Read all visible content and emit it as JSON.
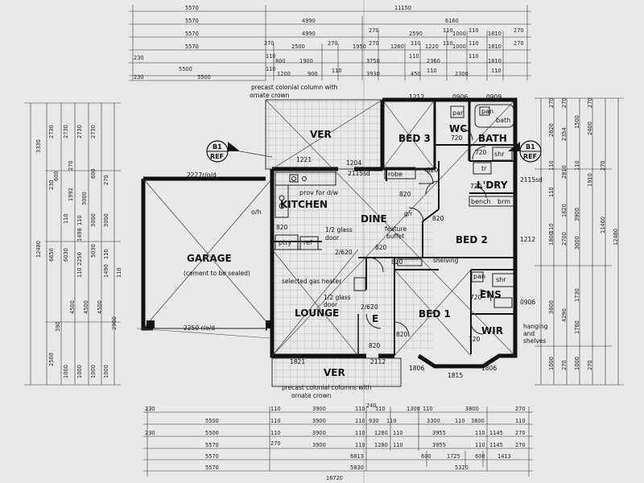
{
  "top_dims": {
    "row1": [
      "5570",
      "11150"
    ],
    "row2": [
      "5570",
      "4990",
      "6160"
    ],
    "row3": [
      "5570",
      "4990",
      "270",
      "2590",
      "110",
      "1000",
      "110",
      "1810",
      "270"
    ],
    "row4": [
      "5570",
      "270",
      "2500",
      "270",
      "1950",
      "270",
      "1260",
      "110",
      "1220",
      "110",
      "1000",
      "110",
      "1810",
      "270"
    ],
    "row5": [
      "230",
      "110",
      "800",
      "1900",
      "3750",
      "110",
      "2360",
      "110",
      "1810"
    ],
    "row6": [
      "5500",
      "110",
      "1200",
      "900",
      "110",
      "3930",
      "450",
      "110",
      "2300",
      "110"
    ],
    "row7": [
      "230",
      "5500"
    ]
  },
  "bottom_dims": {
    "row1": [
      "230",
      "110",
      "3900",
      "110",
      "240",
      "110",
      "1300",
      "110",
      "3800",
      "270"
    ],
    "row2": [
      "5500",
      "110",
      "3900",
      "110",
      "930",
      "110",
      "3300",
      "110",
      "3800",
      "110"
    ],
    "row3": [
      "230",
      "5500",
      "110",
      "3900",
      "110",
      "1280",
      "110",
      "3955",
      "110",
      "1145",
      "270"
    ],
    "row4": [
      "5570",
      "270",
      "3900",
      "110",
      "1280",
      "110",
      "3955",
      "110",
      "1145",
      "270"
    ],
    "row5": [
      "5570",
      "6813",
      "600",
      "1725",
      "600",
      "1413"
    ],
    "row6": [
      "5570",
      "5830",
      "5320"
    ],
    "row7": [
      "16720"
    ]
  },
  "left_dims": [
    "3330",
    "2730",
    "2730",
    "2730",
    "2730",
    "230",
    "600",
    "1992",
    "3000",
    "270",
    "600",
    "12480",
    "6650",
    "6030",
    "110",
    "1498",
    "110",
    "2250",
    "110",
    "3000",
    "3000",
    "270",
    "5030",
    "110",
    "1490",
    "110",
    "390",
    "4500",
    "4500",
    "4500",
    "2900",
    "2500",
    "1000",
    "1000",
    "1000",
    "1000"
  ],
  "right_dims": [
    "270",
    "270",
    "2620",
    "2354",
    "1500",
    "270",
    "2400",
    "110",
    "2810",
    "110",
    "1910",
    "270",
    "11460",
    "12480",
    "110",
    "1620",
    "110",
    "1800",
    "3900",
    "2700",
    "3000",
    "4290",
    "3600",
    "1730",
    "1760",
    "1000",
    "270",
    "1000",
    "270"
  ],
  "rooms": {
    "garage": "GARAGE",
    "garage_note": "(cement to be sealed)",
    "ver_top": "VER",
    "ver_bottom": "VER",
    "bed3": "BED 3",
    "wc": "WC",
    "bath": "BATH",
    "ldry": "L'DRY",
    "kitchen": "KITCHEN",
    "dine": "DINE",
    "bed2": "BED 2",
    "lounge": "LOUNGE",
    "bed1": "BED 1",
    "ens": "ENS",
    "wir": "WIR",
    "entry": "E"
  },
  "fixtures": {
    "pan1": "pan",
    "pan2": "pan",
    "pan3": "pan",
    "bath": "bath",
    "shr1": "shr",
    "shr2": "shr",
    "tr": "tr",
    "bench": "bench",
    "brm": "brm",
    "robe": "robe",
    "ptry": "ptry",
    "ref": "ref",
    "dw": "prov for d/w",
    "oh": "o/h"
  },
  "notes": {
    "col_top": "precast colonial column with",
    "col_top2": "ornate crown",
    "col_bot": "precast colonial columns with",
    "col_bot2": "ornate crown",
    "garage_door_top": "2227r/o/d",
    "garage_door_bot": "2250 r/o/d",
    "feature": "feature",
    "buffet": "buffet",
    "shelving": "shelving",
    "glass_door1": "1/2 glass",
    "glass_door1b": "door",
    "glass_door2": "1/2 glass",
    "glass_door2b": "door",
    "gas_heater": "selected gas heater",
    "hanging": "hanging",
    "and": "and",
    "shelves": "shelves",
    "sd1": "2115sd",
    "sd2": "2115sd",
    "w1212a": "1212",
    "w1212b": "1212",
    "w0906a": "0906",
    "w0909": "0909",
    "w0906b": "0906",
    "w1221": "1221",
    "w1204": "1204",
    "w1821": "1821",
    "w2112": "2112",
    "w1806a": "1806",
    "w1815": "1815",
    "w1806b": "1806",
    "d820_1": "820",
    "d820_2": "820",
    "d820_3": "820",
    "d820_4": "820",
    "d820_5": "820",
    "d820_6": "820",
    "d820_7": "820",
    "d820_8": "820",
    "d720_1": "720",
    "d720_2": "720",
    "d720_3": "720",
    "d720_4": "720",
    "d720_5": "720",
    "d2620_1": "2/620",
    "d2620_2": "2/620",
    "ref_b1": "B1",
    "ref_ref": "REF",
    "ref_b1b": "B1",
    "ref_refb": "REF",
    "gr": "g/r"
  }
}
